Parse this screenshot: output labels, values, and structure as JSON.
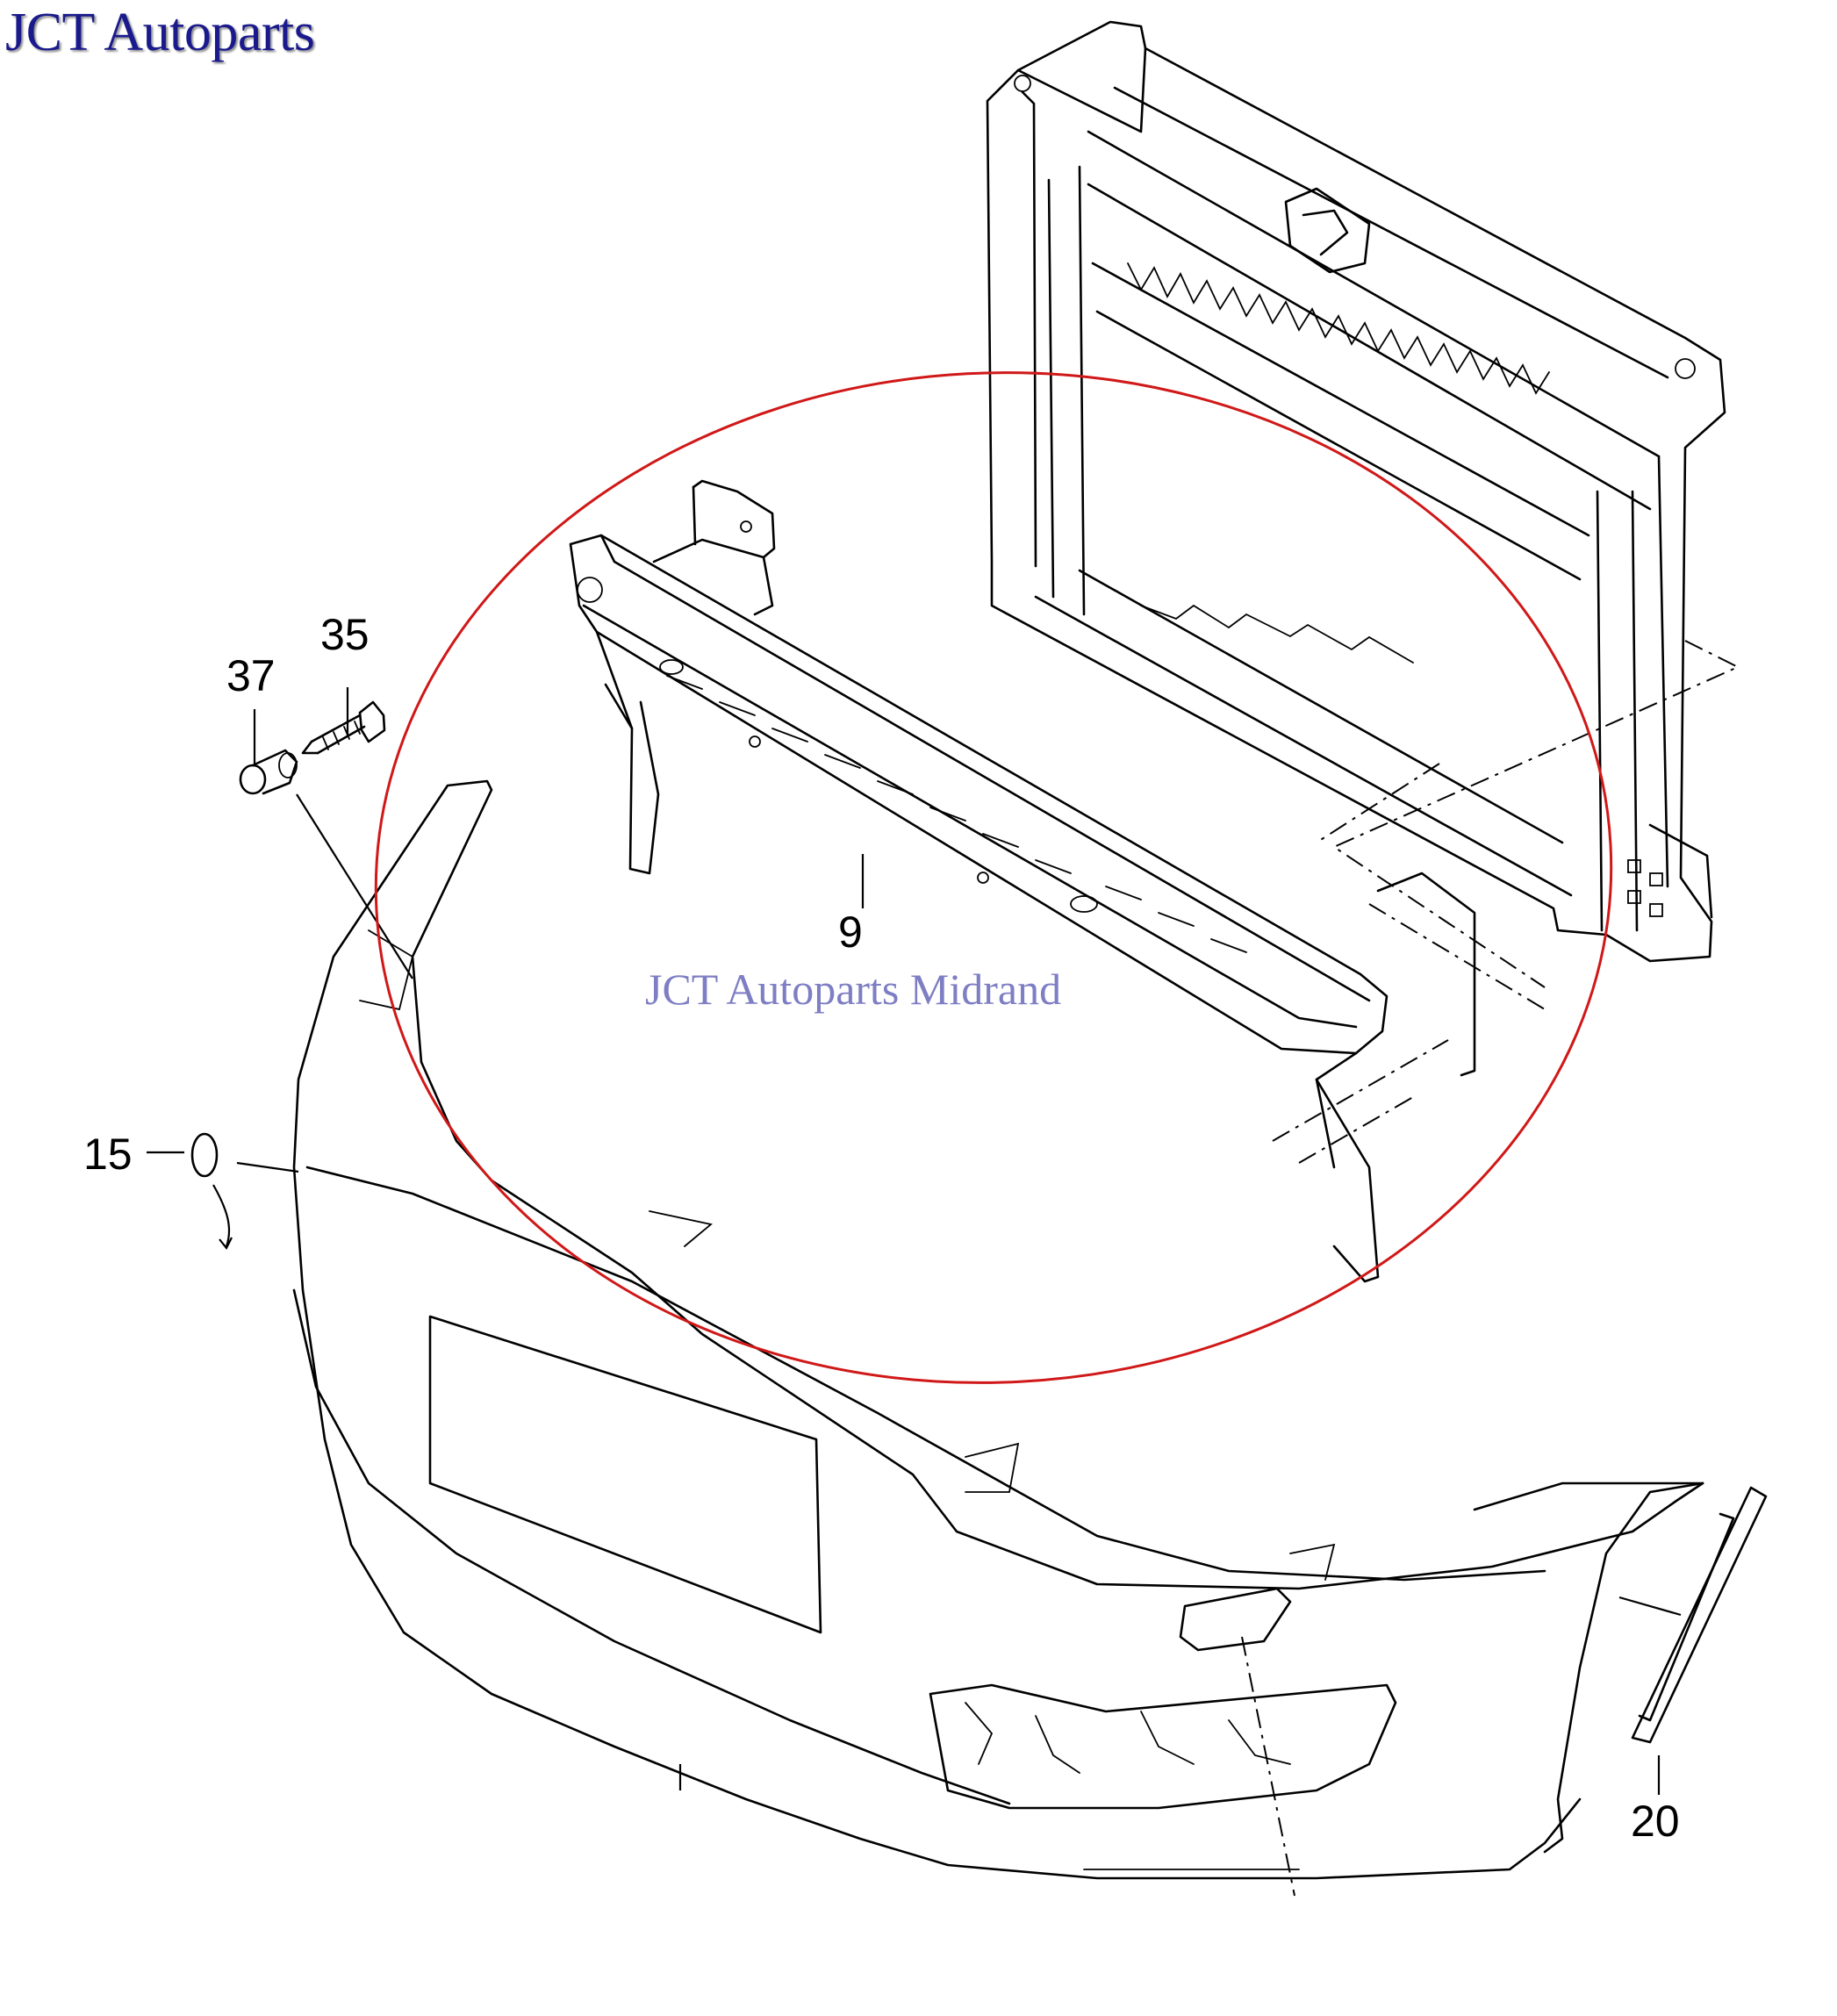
{
  "brand": {
    "text": "JCT Autoparts",
    "color": "#1a1a8c"
  },
  "watermark": {
    "text": "JCT Autoparts Midrand",
    "color": "#5a5ab4"
  },
  "highlight_color": "#d01818",
  "callouts": {
    "part_9": "9",
    "part_15": "15",
    "part_20": "20",
    "part_35": "35",
    "part_37": "37"
  }
}
